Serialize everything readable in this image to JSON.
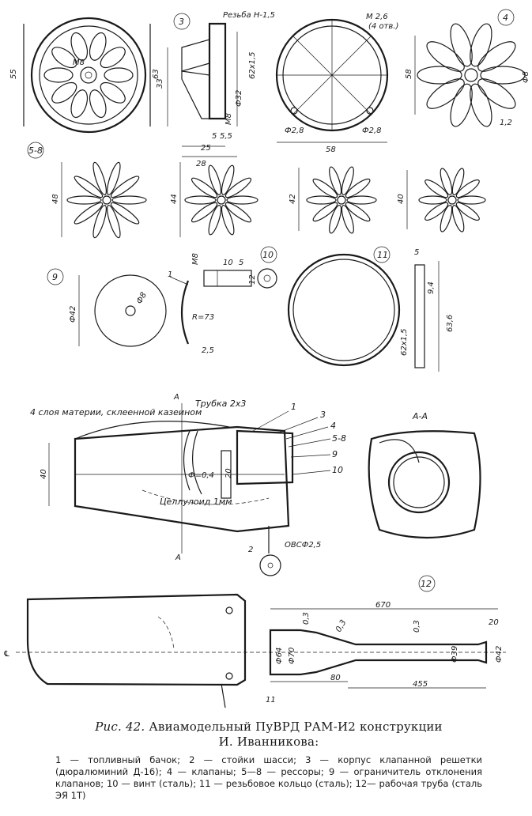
{
  "caption": {
    "fig_label": "Рис. 42.",
    "title_line1": "Авиамодельный ПуВРД РАМ-И2 конструкции",
    "title_line2": "И. Иванникова:",
    "legend": "1 — топливный бачок; 2 — стойки шасси; 3 — корпус клапанной решетки (дюралюминий Д-16); 4 — клапаны; 5—8 — рессоры; 9 — ограничитель отклонения клапанов; 10 — винт (сталь); 11 — резьбовое кольцо (сталь); 12— рабочая труба (сталь ЭЯ 1Т)"
  },
  "callouts": {
    "c3": "3",
    "c4": "4",
    "c58": "5-8",
    "c9": "9",
    "c10": "10",
    "c11": "11",
    "c12": "12"
  },
  "dims": {
    "d55": "55",
    "d63": "63",
    "m8a": "M8",
    "rezba": "Резьба Н-1,5",
    "d33": "33",
    "d32": "Ф32",
    "d62a": "62х1,5",
    "m8b": "М8",
    "d28": "28",
    "d25": "25",
    "d5": "5",
    "d55s": "5,5",
    "m26": "М 2,6",
    "otv": "(4 отв.)",
    "d58": "58",
    "f28a": "Ф2,8",
    "f28b": "Ф2,8",
    "d58b": "58",
    "f8": "Ф8",
    "d12": "1,2",
    "d48": "48",
    "d44": "44",
    "d42": "42",
    "d40": "40",
    "f42": "Ф42",
    "f8b": "Ф8",
    "r73": "R=73",
    "d25b": "2,5",
    "one": "1",
    "m8c": "М8",
    "d10": "10",
    "d5b": "5",
    "d12b": "12",
    "d5c": "5",
    "d94": "9,4",
    "d636": "63,6",
    "d62b": "62х1,5",
    "tkan": "4 слоя материи, склеенной казеином",
    "truba": "Трубка 2х3",
    "d40b": "40",
    "f04": "Ф=0,4",
    "d20": "20",
    "cell": "Целлулоид 1мм",
    "ovs": "ОВСФ2,5",
    "two": "2",
    "a1": "А",
    "a2": "А",
    "aa": "А-А",
    "n1": "1",
    "n3": "3",
    "n4": "4",
    "n58": "5-8",
    "n9": "9",
    "n10": "10",
    "d670": "670",
    "d20b": "20",
    "f64": "Ф64",
    "f70": "Ф70",
    "d03a": "0,3",
    "d03b": "0,3",
    "d03c": "0,3",
    "f39": "Ф39",
    "f42b": "Ф42",
    "d80": "80",
    "d455": "455",
    "n11": "11",
    "cl": "℄"
  }
}
